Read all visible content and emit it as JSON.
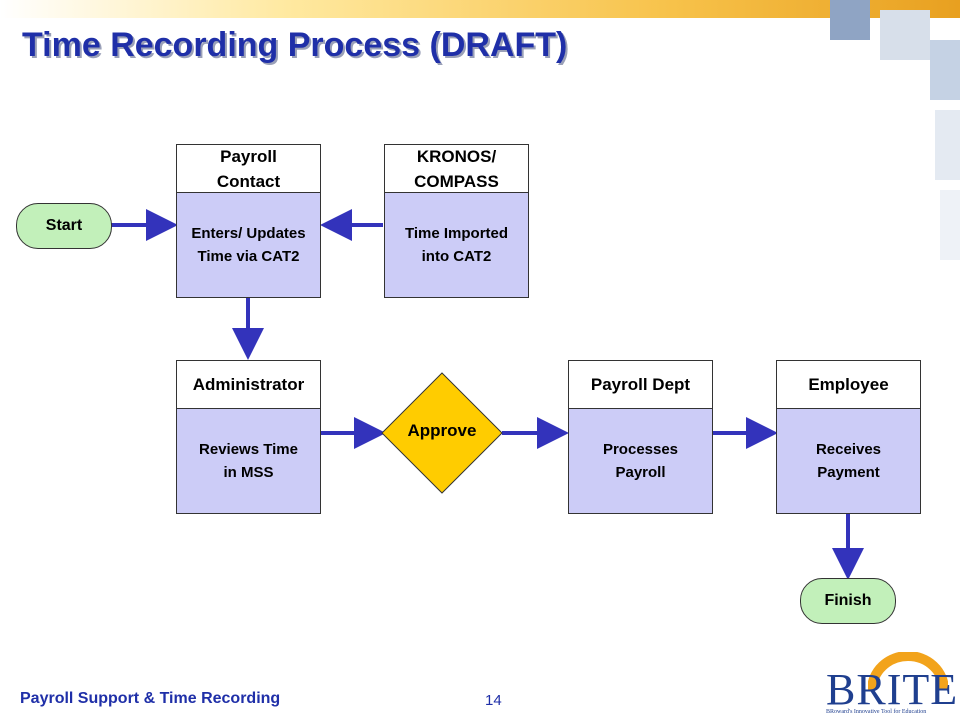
{
  "title": "Time Recording Process (DRAFT)",
  "footer": {
    "left": "Payroll Support & Time Recording",
    "page_number": "14"
  },
  "logo": {
    "text": "BRITE",
    "tagline": "BRoward's Innovative Tool for Education"
  },
  "nodes": {
    "start": "Start",
    "finish": "Finish",
    "payroll_contact": {
      "header": "Payroll Contact",
      "body": "Enters/ Updates Time via CAT2"
    },
    "kronos": {
      "header": "KRONOS/ COMPASS",
      "body": "Time Imported into CAT2"
    },
    "administrator": {
      "header": "Administrator",
      "body": "Reviews Time in MSS"
    },
    "approve": "Approve",
    "payroll_dept": {
      "header": "Payroll Dept",
      "body": "Processes Payroll"
    },
    "employee": {
      "header": "Employee",
      "body": "Receives Payment"
    }
  },
  "colors": {
    "title": "#1f2fa8",
    "task_body": "#ccccf7",
    "terminal": "#c2f0ba",
    "decision": "#ffcc00",
    "connector": "#3333bb"
  }
}
